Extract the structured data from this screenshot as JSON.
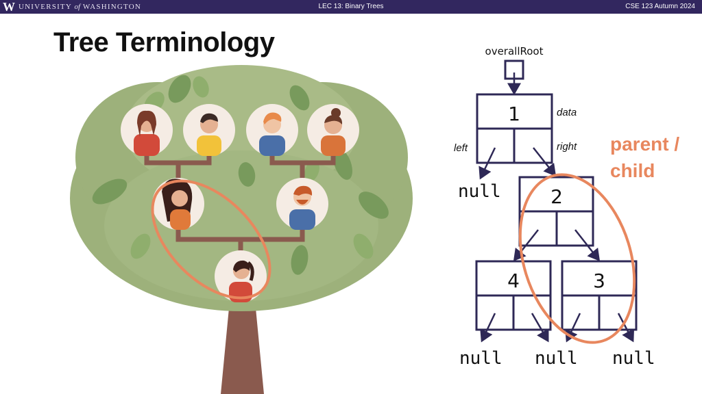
{
  "header": {
    "logo": "W",
    "university_pre": "UNIVERSITY",
    "university_of": "of",
    "university_post": "WASHINGTON",
    "lecture": "LEC 13: Binary Trees",
    "course": "CSE 123 Autumn 2024"
  },
  "slide": {
    "title": "Tree Terminology"
  },
  "diagram": {
    "root_label": "overallRoot",
    "data_label": "data",
    "left_label": "left",
    "right_label": "right",
    "parent_child_line1": "parent /",
    "parent_child_line2": "child",
    "nodes": {
      "n1": "1",
      "n2": "2",
      "n4": "4",
      "n3": "3"
    },
    "null_top": "null",
    "null_bl": "null",
    "null_bm": "null",
    "null_br": "null",
    "colors": {
      "node_stroke": "#2e2856",
      "accent": "#e8875e"
    }
  }
}
